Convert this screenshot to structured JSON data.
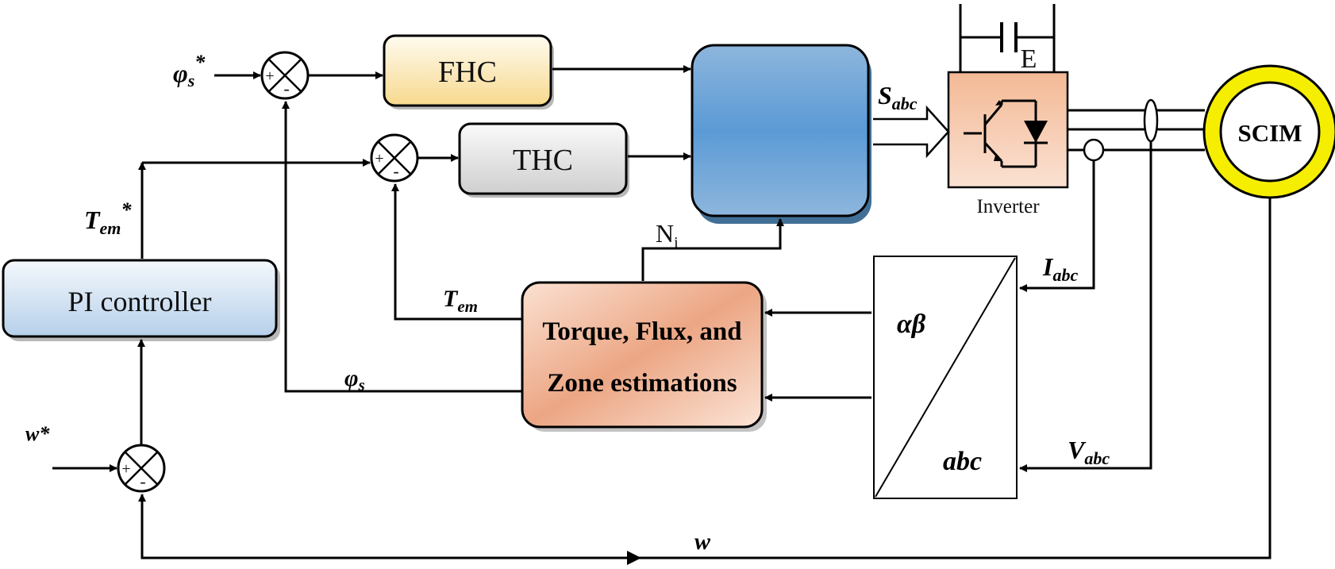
{
  "blocks": {
    "fhc": "FHC",
    "thc": "THC",
    "pi": "PI controller",
    "estimator_line1": "Torque, Flux, and",
    "estimator_line2": "Zone estimations",
    "inverter": "Inverter",
    "motor": "SCIM",
    "dc_source": "E",
    "transform_top": "αβ",
    "transform_bottom": "abc"
  },
  "signals": {
    "flux_ref": "φ",
    "flux_ref_sub": "s",
    "flux_ref_sup": "*",
    "torque_ref": "T",
    "torque_ref_sub": "em",
    "torque_ref_sup": "*",
    "speed_ref": "w*",
    "speed": "w",
    "torque_est": "T",
    "torque_est_sub": "em",
    "flux_est": "φ",
    "flux_est_sub": "s",
    "sector": "N",
    "sector_sub": "i",
    "switch_states": "S",
    "switch_states_sub": "abc",
    "current": "I",
    "current_sub": "abc",
    "voltage": "V",
    "voltage_sub": "abc"
  },
  "summing_signs": {
    "plus": "+",
    "minus": "-"
  },
  "colors": {
    "fhc_fill": "#f7dc94",
    "thc_fill": "#d8d8d8",
    "pi_fill": "#c9dced",
    "table_fill": "#5b9bd5",
    "estimator_fill": "#f0b89c",
    "inverter_fill": "#f6c7ab",
    "motor_ring": "#f5ee00"
  }
}
